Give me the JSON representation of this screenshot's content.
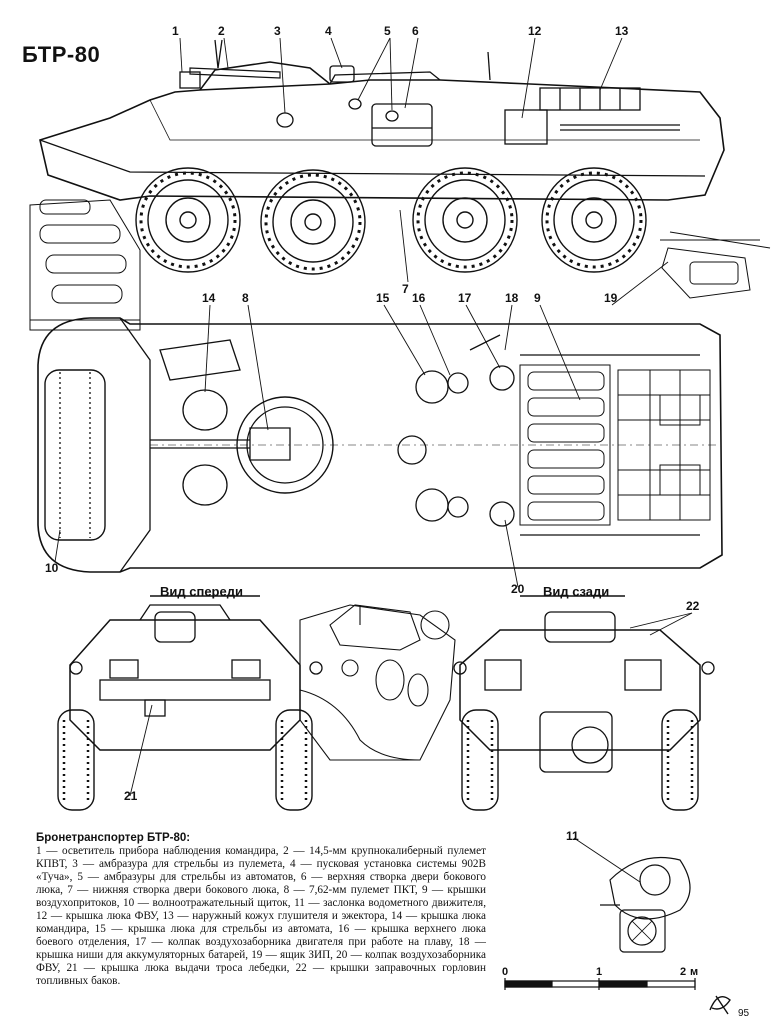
{
  "title": "БТР-80",
  "views": {
    "front": "Вид спереди",
    "rear": "Вид сзади"
  },
  "callouts": [
    "1",
    "2",
    "3",
    "4",
    "5",
    "6",
    "7",
    "8",
    "9",
    "10",
    "11",
    "12",
    "13",
    "14",
    "15",
    "16",
    "17",
    "18",
    "19",
    "20",
    "21",
    "22"
  ],
  "caption": {
    "heading": "Бронетранспортер БТР-80:",
    "body": "1 — осветитель прибора наблюдения командира, 2 — 14,5-мм крупнокалиберный пулемет КПВТ, 3 — амбразура для стрельбы из пулемета, 4 — пусковая установка системы 902В «Туча», 5 — амбразуры для стрельбы из автоматов, 6 — верхняя створка двери бокового люка, 7 — нижняя створка двери бокового люка, 8 — 7,62-мм пулемет ПКТ, 9 — крышки воздухопритоков, 10 — волноотражательный щиток, 11 — заслонка водометного движителя, 12 — крышка люка ФВУ, 13 — наружный кожух глушителя и эжектора, 14 — крышка люка командира, 15 — крышка люка для стрельбы из автомата, 16 — крышка верхнего люка боевого отделения, 17 — колпак воздухозаборника двигателя при работе на плаву, 18 — крышка ниши для аккумуляторных батарей, 19 — ящик ЗИП, 20 — колпак воздухозаборника ФВУ, 21 — крышка люка выдачи троса лебедки, 22 — крышки заправочных горловин топливных баков."
  },
  "scale": {
    "ticks": [
      "0",
      "1",
      "2"
    ],
    "unit": "м"
  },
  "page_number": "95"
}
